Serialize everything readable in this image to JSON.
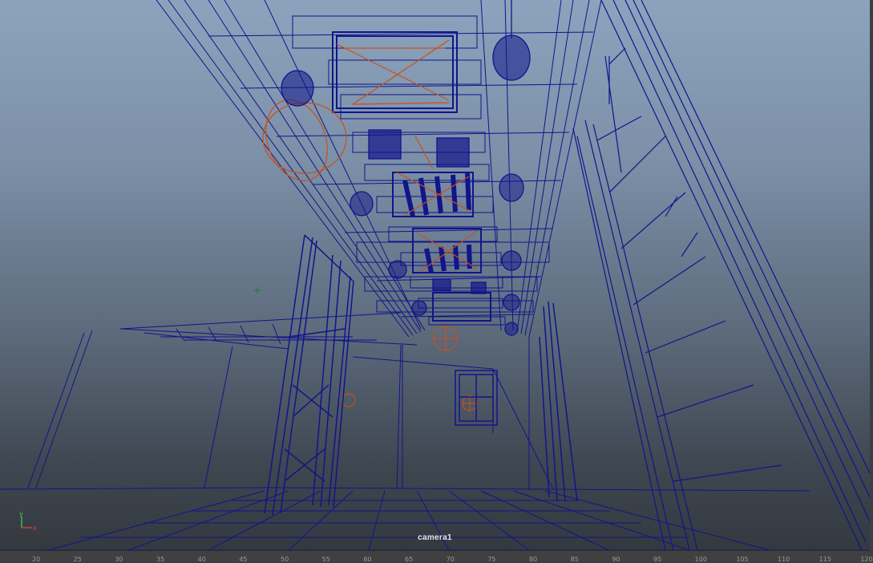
{
  "viewport": {
    "camera_name": "camera1",
    "wire_color": "#11158a",
    "selection_color": "#c9501a",
    "locator_color": "#1f7a3a"
  },
  "axis_gizmo": {
    "y_label": "y",
    "x_label": "x",
    "y_color": "#3ecf4a",
    "x_color": "#e0423a"
  },
  "ruler": {
    "ticks": [
      "20",
      "25",
      "30",
      "35",
      "40",
      "45",
      "50",
      "55",
      "60",
      "65",
      "70",
      "75",
      "80",
      "85",
      "90",
      "95",
      "100",
      "105",
      "110",
      "115",
      "120"
    ]
  }
}
